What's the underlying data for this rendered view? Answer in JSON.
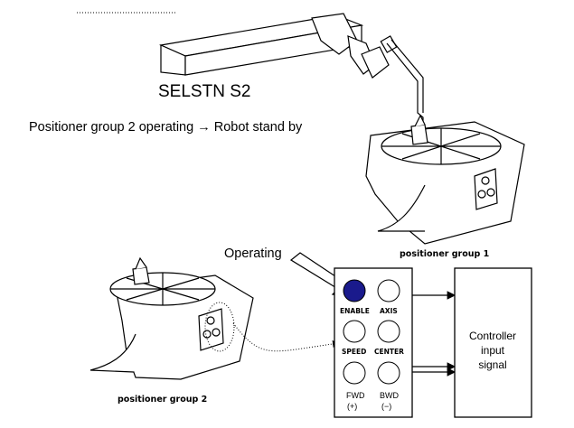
{
  "station_label": "SELSTN S2",
  "status_text": "Positioner group 2 operating → Robot stand by",
  "operating_label": "Operating",
  "positioner_group_1_label": "positioner group 1",
  "positioner_group_2_label": "positioner group 2",
  "panel": {
    "enable_label": "ENABLE",
    "axis_label": "AXIS",
    "speed_label": "SPEED",
    "center_label": "CENTER",
    "fwd_label": "FWD",
    "fwd_sign": "(+)",
    "bwd_label": "BWD",
    "bwd_sign": "(−)",
    "active_button_color": "#1a1a8c"
  },
  "controller": {
    "line1": "Controller",
    "line2": "input",
    "line3": "signal"
  }
}
